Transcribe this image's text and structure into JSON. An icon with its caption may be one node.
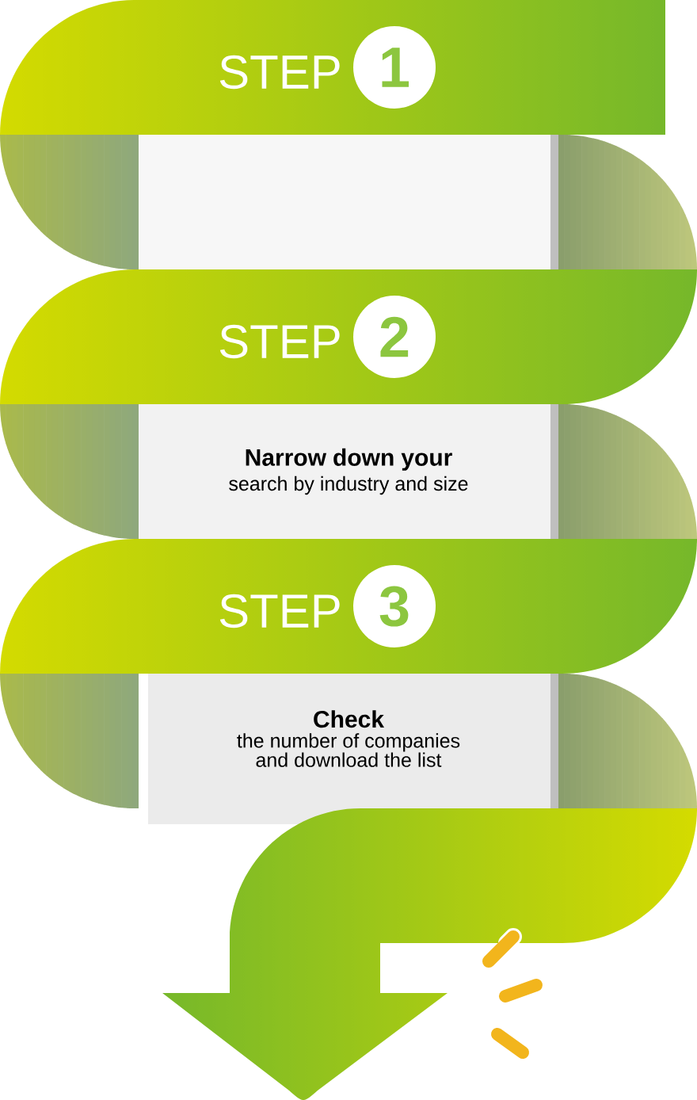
{
  "diagram": {
    "nodes": [
      {
        "text": [
          "STEP",
          "1"
        ]
      },
      {
        "text": [],
        "shape": "box"
      },
      {
        "text": [
          "STEP",
          "2"
        ]
      },
      {
        "text": [
          "Narrow down your",
          "search by industry and size"
        ]
      },
      {
        "text": [
          "STEP",
          "3"
        ]
      },
      {
        "text": [
          "Check",
          "the number of companies and download the list"
        ]
      }
    ]
  }
}
